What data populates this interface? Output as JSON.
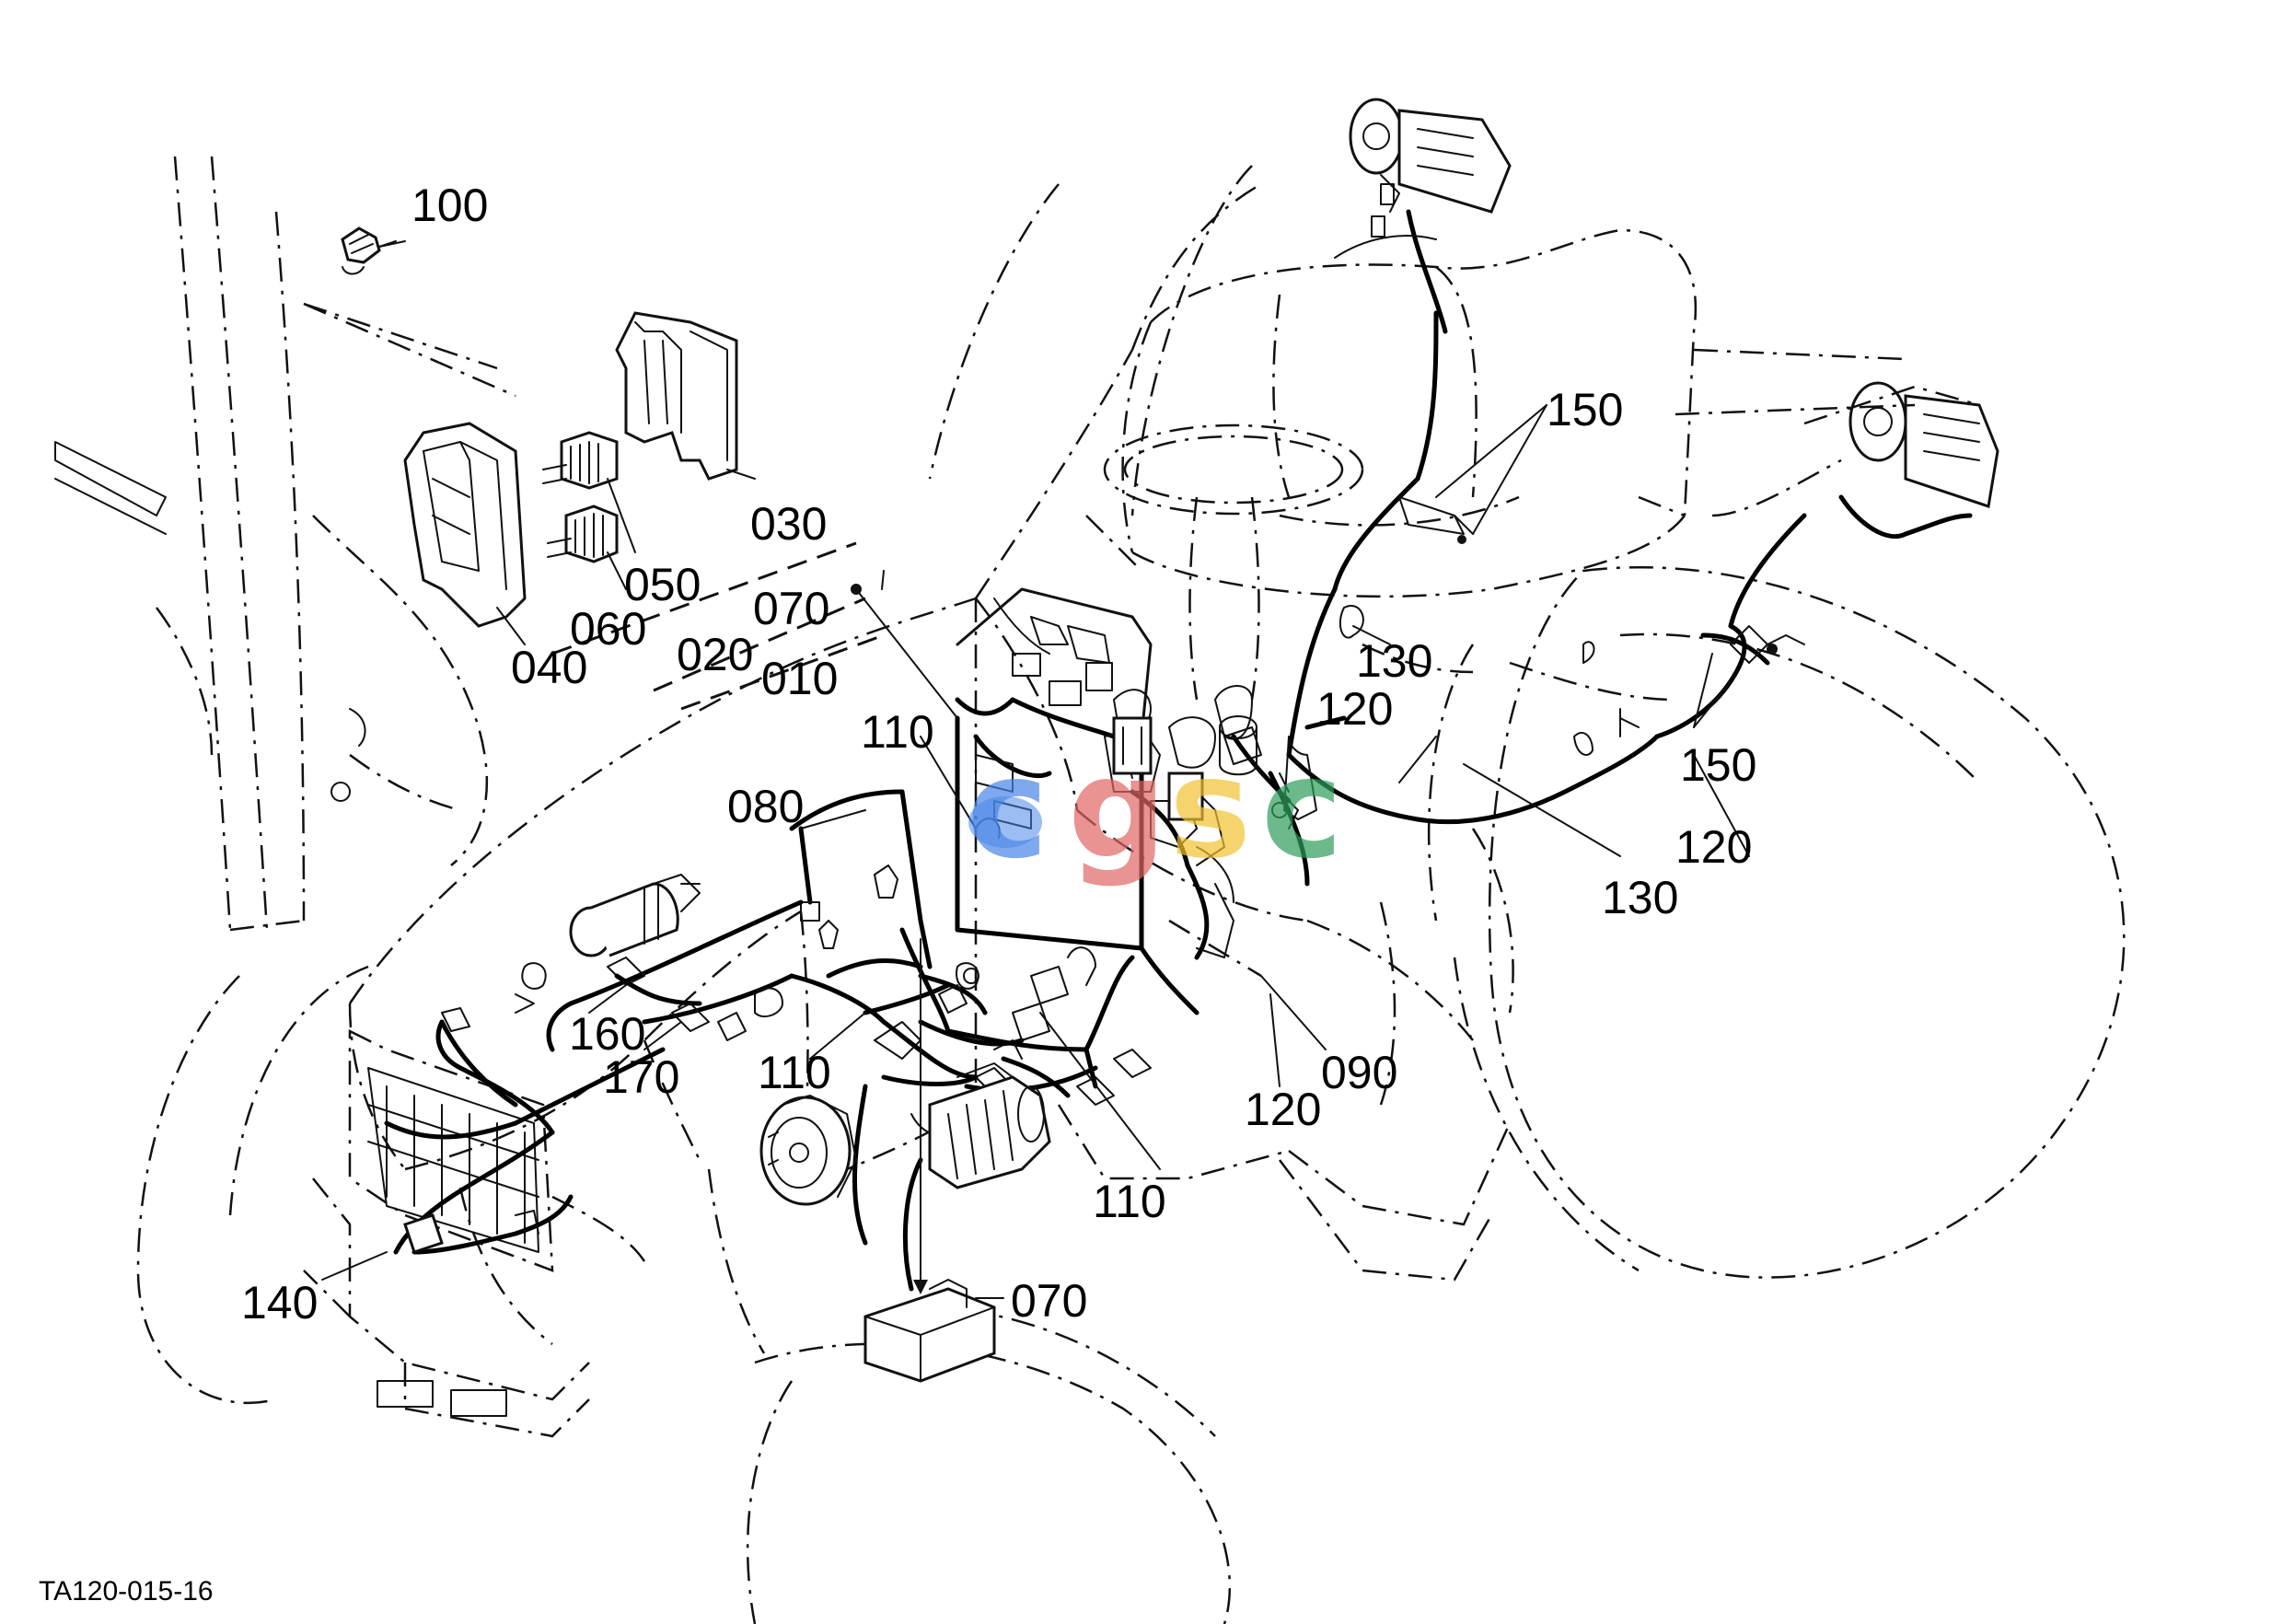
{
  "diagram": {
    "code": "TA120-015-16",
    "watermark": {
      "letters": [
        {
          "ch": "c",
          "color": "#4a86e8"
        },
        {
          "ch": "g",
          "color": "#e06666"
        },
        {
          "ch": "s",
          "color": "#f1c232"
        },
        {
          "ch": "c",
          "color": "#2e9e5b"
        }
      ]
    },
    "callouts": [
      {
        "id": "c100",
        "text": "100"
      },
      {
        "id": "c030",
        "text": "030"
      },
      {
        "id": "c050",
        "text": "050"
      },
      {
        "id": "c040",
        "text": "040"
      },
      {
        "id": "c060",
        "text": "060"
      },
      {
        "id": "c070a",
        "text": "070"
      },
      {
        "id": "c020",
        "text": "020"
      },
      {
        "id": "c010",
        "text": "010"
      },
      {
        "id": "c150a",
        "text": "150"
      },
      {
        "id": "c130a",
        "text": "130"
      },
      {
        "id": "c120a",
        "text": "120"
      },
      {
        "id": "c150b",
        "text": "150"
      },
      {
        "id": "c120b",
        "text": "120"
      },
      {
        "id": "c130b",
        "text": "130"
      },
      {
        "id": "c110a",
        "text": "110"
      },
      {
        "id": "c080",
        "text": "080"
      },
      {
        "id": "c160",
        "text": "160"
      },
      {
        "id": "c170",
        "text": "170"
      },
      {
        "id": "c110b",
        "text": "110"
      },
      {
        "id": "c090",
        "text": "090"
      },
      {
        "id": "c120c",
        "text": "120"
      },
      {
        "id": "c110c",
        "text": "110"
      },
      {
        "id": "c140",
        "text": "140"
      },
      {
        "id": "c070b",
        "text": "070"
      }
    ]
  }
}
